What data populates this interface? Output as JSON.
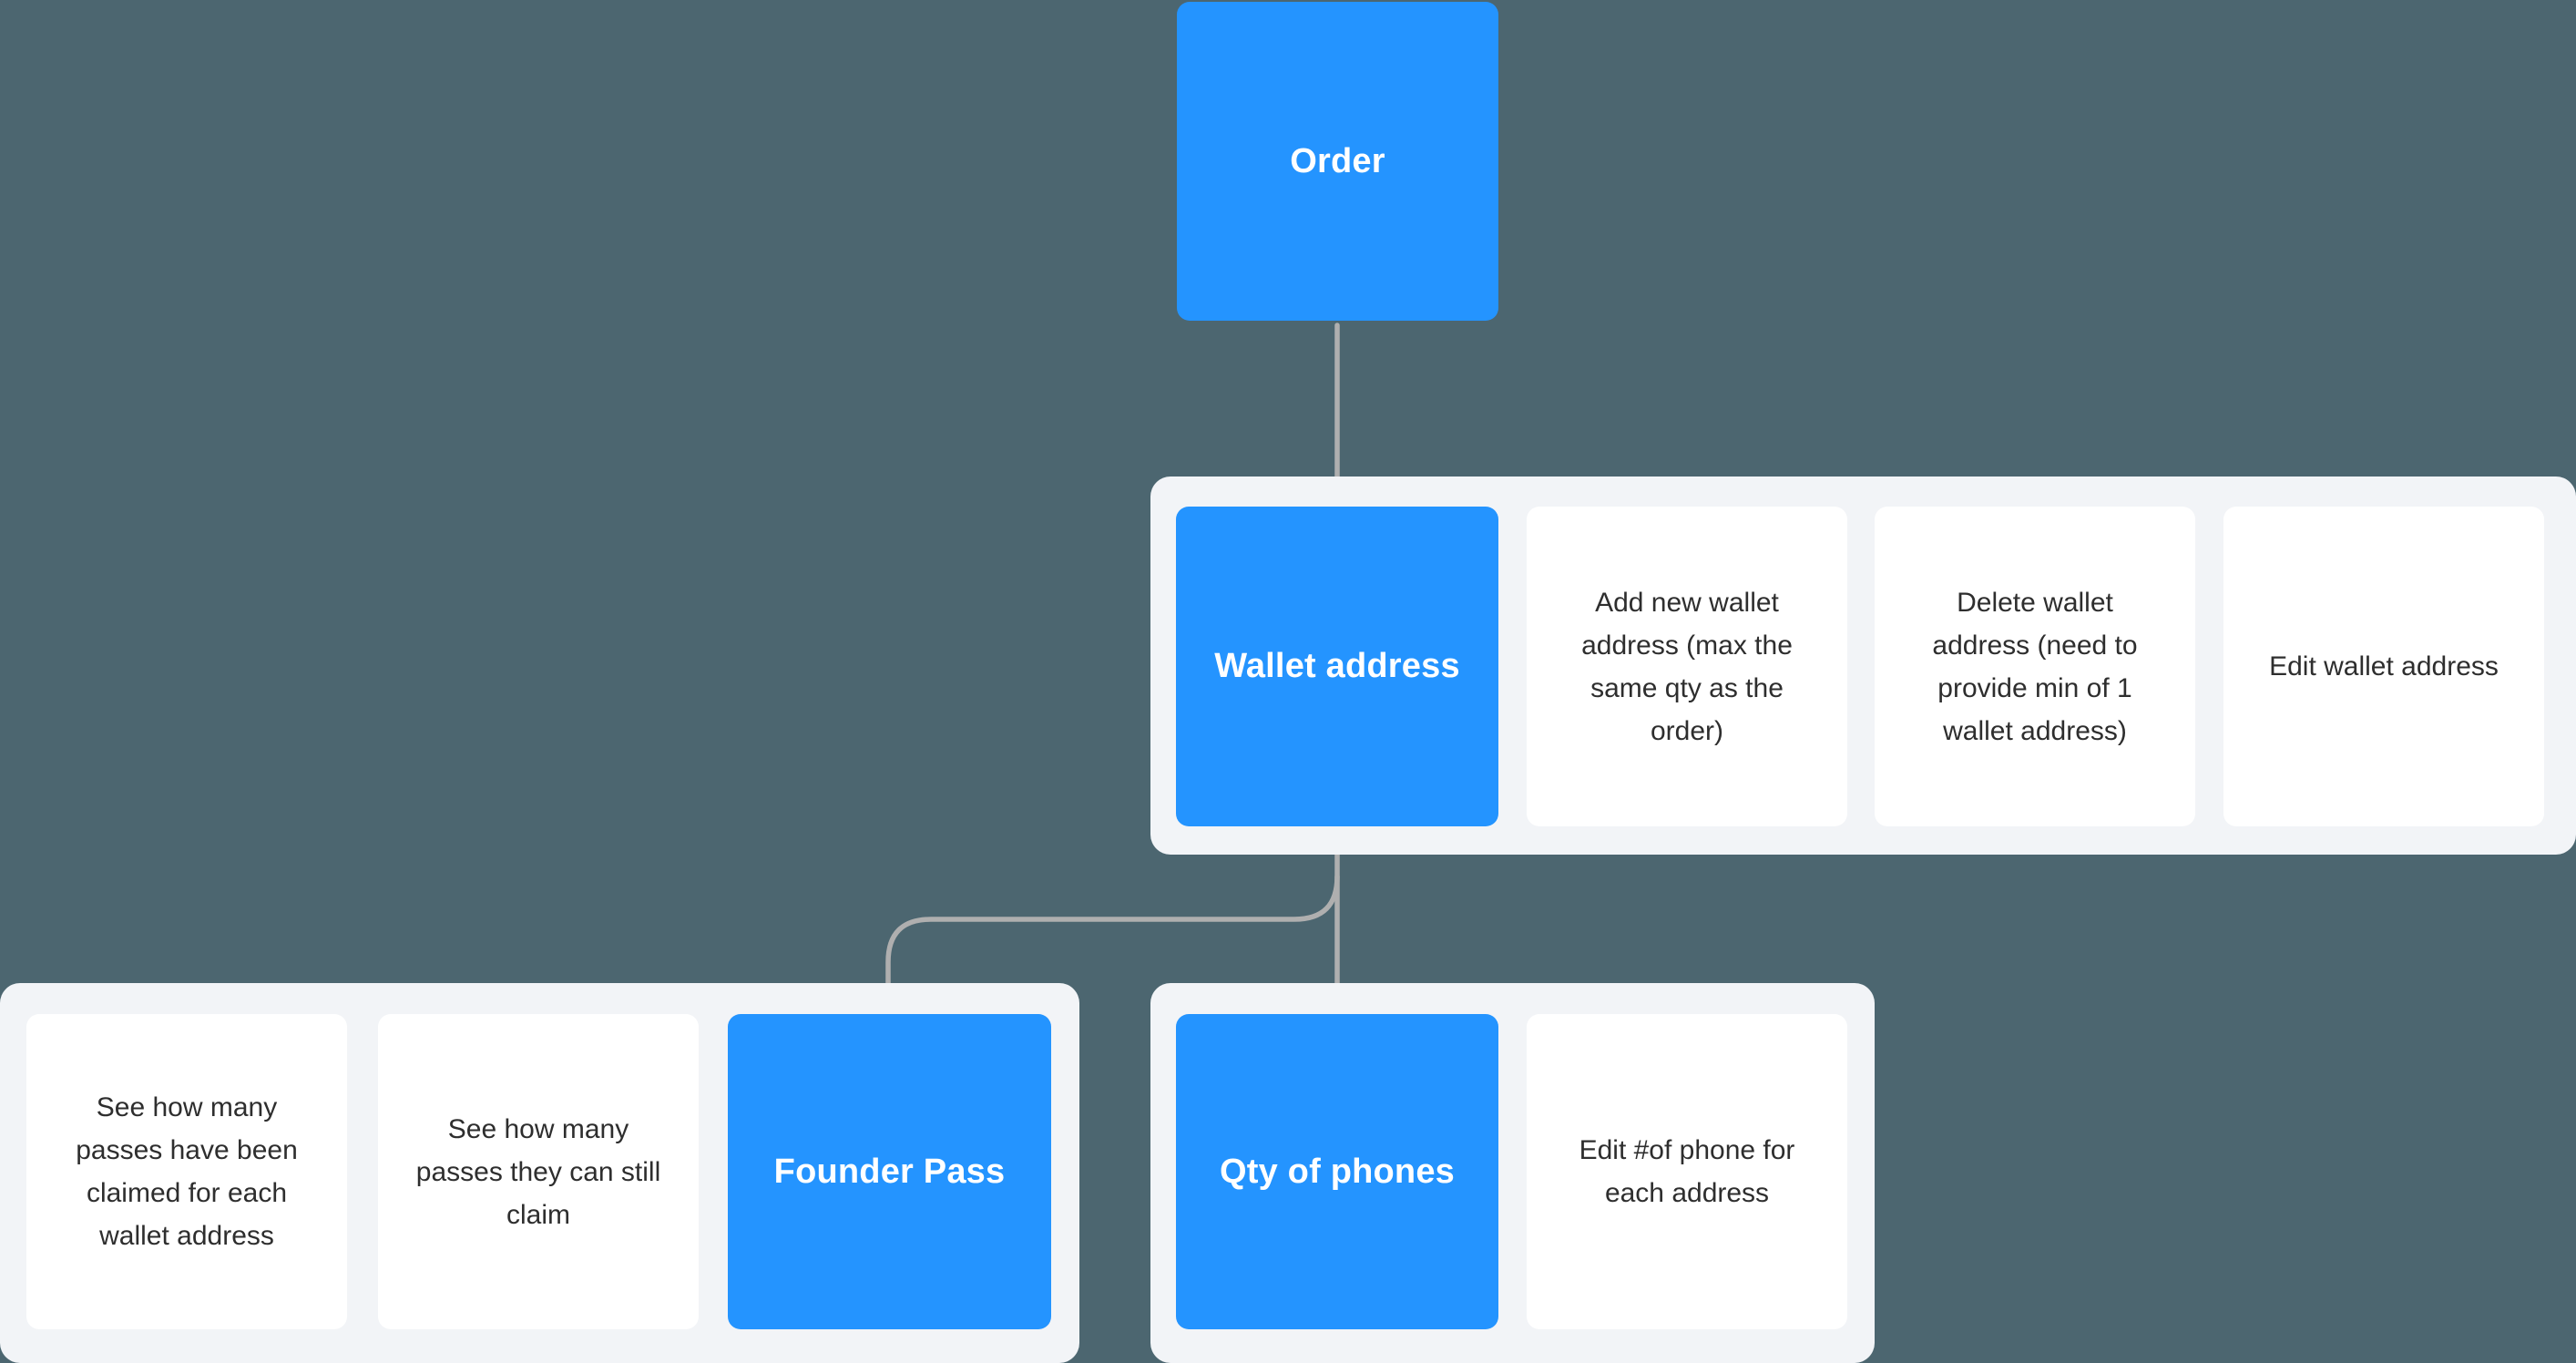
{
  "colors": {
    "background": "#4C6670",
    "accent": "#2494FF",
    "group_background": "#F2F4F7",
    "card_background": "#FFFFFF",
    "card_text": "#2E2E2E",
    "node_text": "#FFFFFF",
    "connector": "#AFAFAF"
  },
  "nodes": {
    "order": {
      "label": "Order"
    },
    "wallet_group": {
      "primary": {
        "label": "Wallet address"
      },
      "cards": [
        "Add new wallet address (max the same qty as the order)",
        "Delete wallet address (need to provide min of 1 wallet address)",
        "Edit wallet address"
      ]
    },
    "founder_group": {
      "primary": {
        "label": "Founder Pass"
      },
      "cards": [
        "See how many passes have been claimed for each wallet address",
        "See how many passes they can still claim"
      ]
    },
    "phones_group": {
      "primary": {
        "label": "Qty of phones"
      },
      "cards": [
        "Edit #of phone for each address"
      ]
    }
  }
}
